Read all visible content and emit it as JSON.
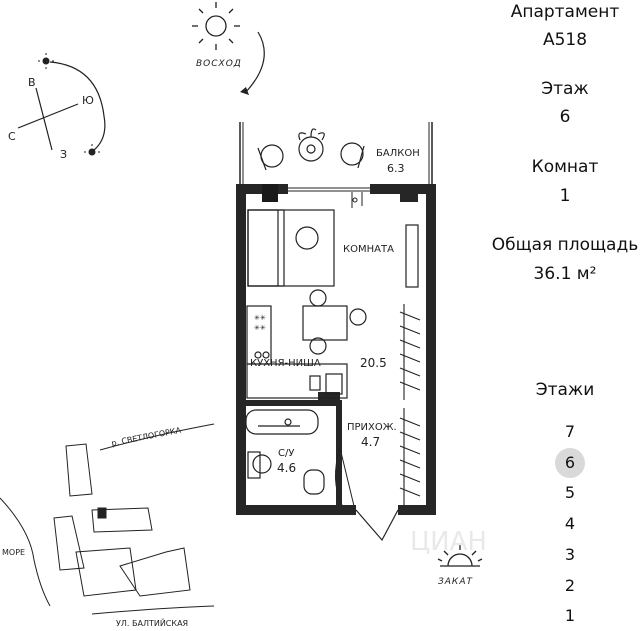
{
  "info": {
    "apartment_label": "Апартамент",
    "apartment_value": "A518",
    "floor_label": "Этаж",
    "floor_value": "6",
    "rooms_label": "Комнат",
    "rooms_value": "1",
    "area_label": "Общая площадь",
    "area_value": "36.1 м²"
  },
  "floors": {
    "title": "Этажи",
    "items": [
      "7",
      "6",
      "5",
      "4",
      "3",
      "2",
      "1"
    ],
    "active": "6"
  },
  "plan": {
    "balcony_label": "БАЛКОН",
    "balcony_area": "6.3",
    "room_label": "КОМНАТА",
    "kitchen_label": "КУХНЯ-НИША",
    "kitchen_area": "20.5",
    "hall_label": "ПРИХОЖ.",
    "hall_area": "4.7",
    "bath_label": "С/У",
    "bath_area": "4.6"
  },
  "orientation": {
    "sunrise_label": "ВОСХОД",
    "sunset_label": "ЗАКАТ",
    "north": "В",
    "east": "Ю",
    "south": "З",
    "west": "С"
  },
  "map": {
    "river_label": "р. СВЕТЛОГОРКА",
    "sea_label": "МОРЕ",
    "street_label": "УЛ. БАЛТИЙСКАЯ"
  },
  "watermark": "ЦИАН"
}
